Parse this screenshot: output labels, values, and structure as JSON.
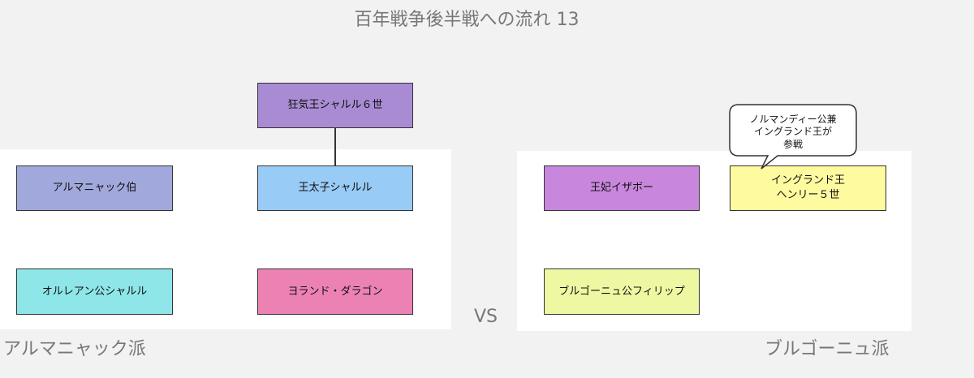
{
  "title": "百年戦争後半戦への流れ 13",
  "vs_label": "VS",
  "groups": {
    "left": {
      "label": "アルマニャック派"
    },
    "right": {
      "label": "ブルゴーニュ派"
    }
  },
  "nodes": {
    "mad_king": {
      "label": "狂気王シャルル６世",
      "color": "#a98bd4"
    },
    "armagnac": {
      "label": "アルマニャック伯",
      "color": "#a1a8dc"
    },
    "dauphin": {
      "label": "王太子シャルル",
      "color": "#99cbf7"
    },
    "orleans": {
      "label": "オルレアン公シャルル",
      "color": "#8ee6e8"
    },
    "yolande": {
      "label": "ヨランド・ダラゴン",
      "color": "#ec82b4"
    },
    "isabeau": {
      "label": "王妃イザボー",
      "color": "#c887dc"
    },
    "henry": {
      "label": "イングランド王\nヘンリー５世",
      "color": "#fefaa0"
    },
    "philippe": {
      "label": "ブルゴーニュ公フィリップ",
      "color": "#eef8a2"
    }
  },
  "callout": {
    "text": "ノルマンディー公兼\nイングランド王が\n参戦"
  }
}
